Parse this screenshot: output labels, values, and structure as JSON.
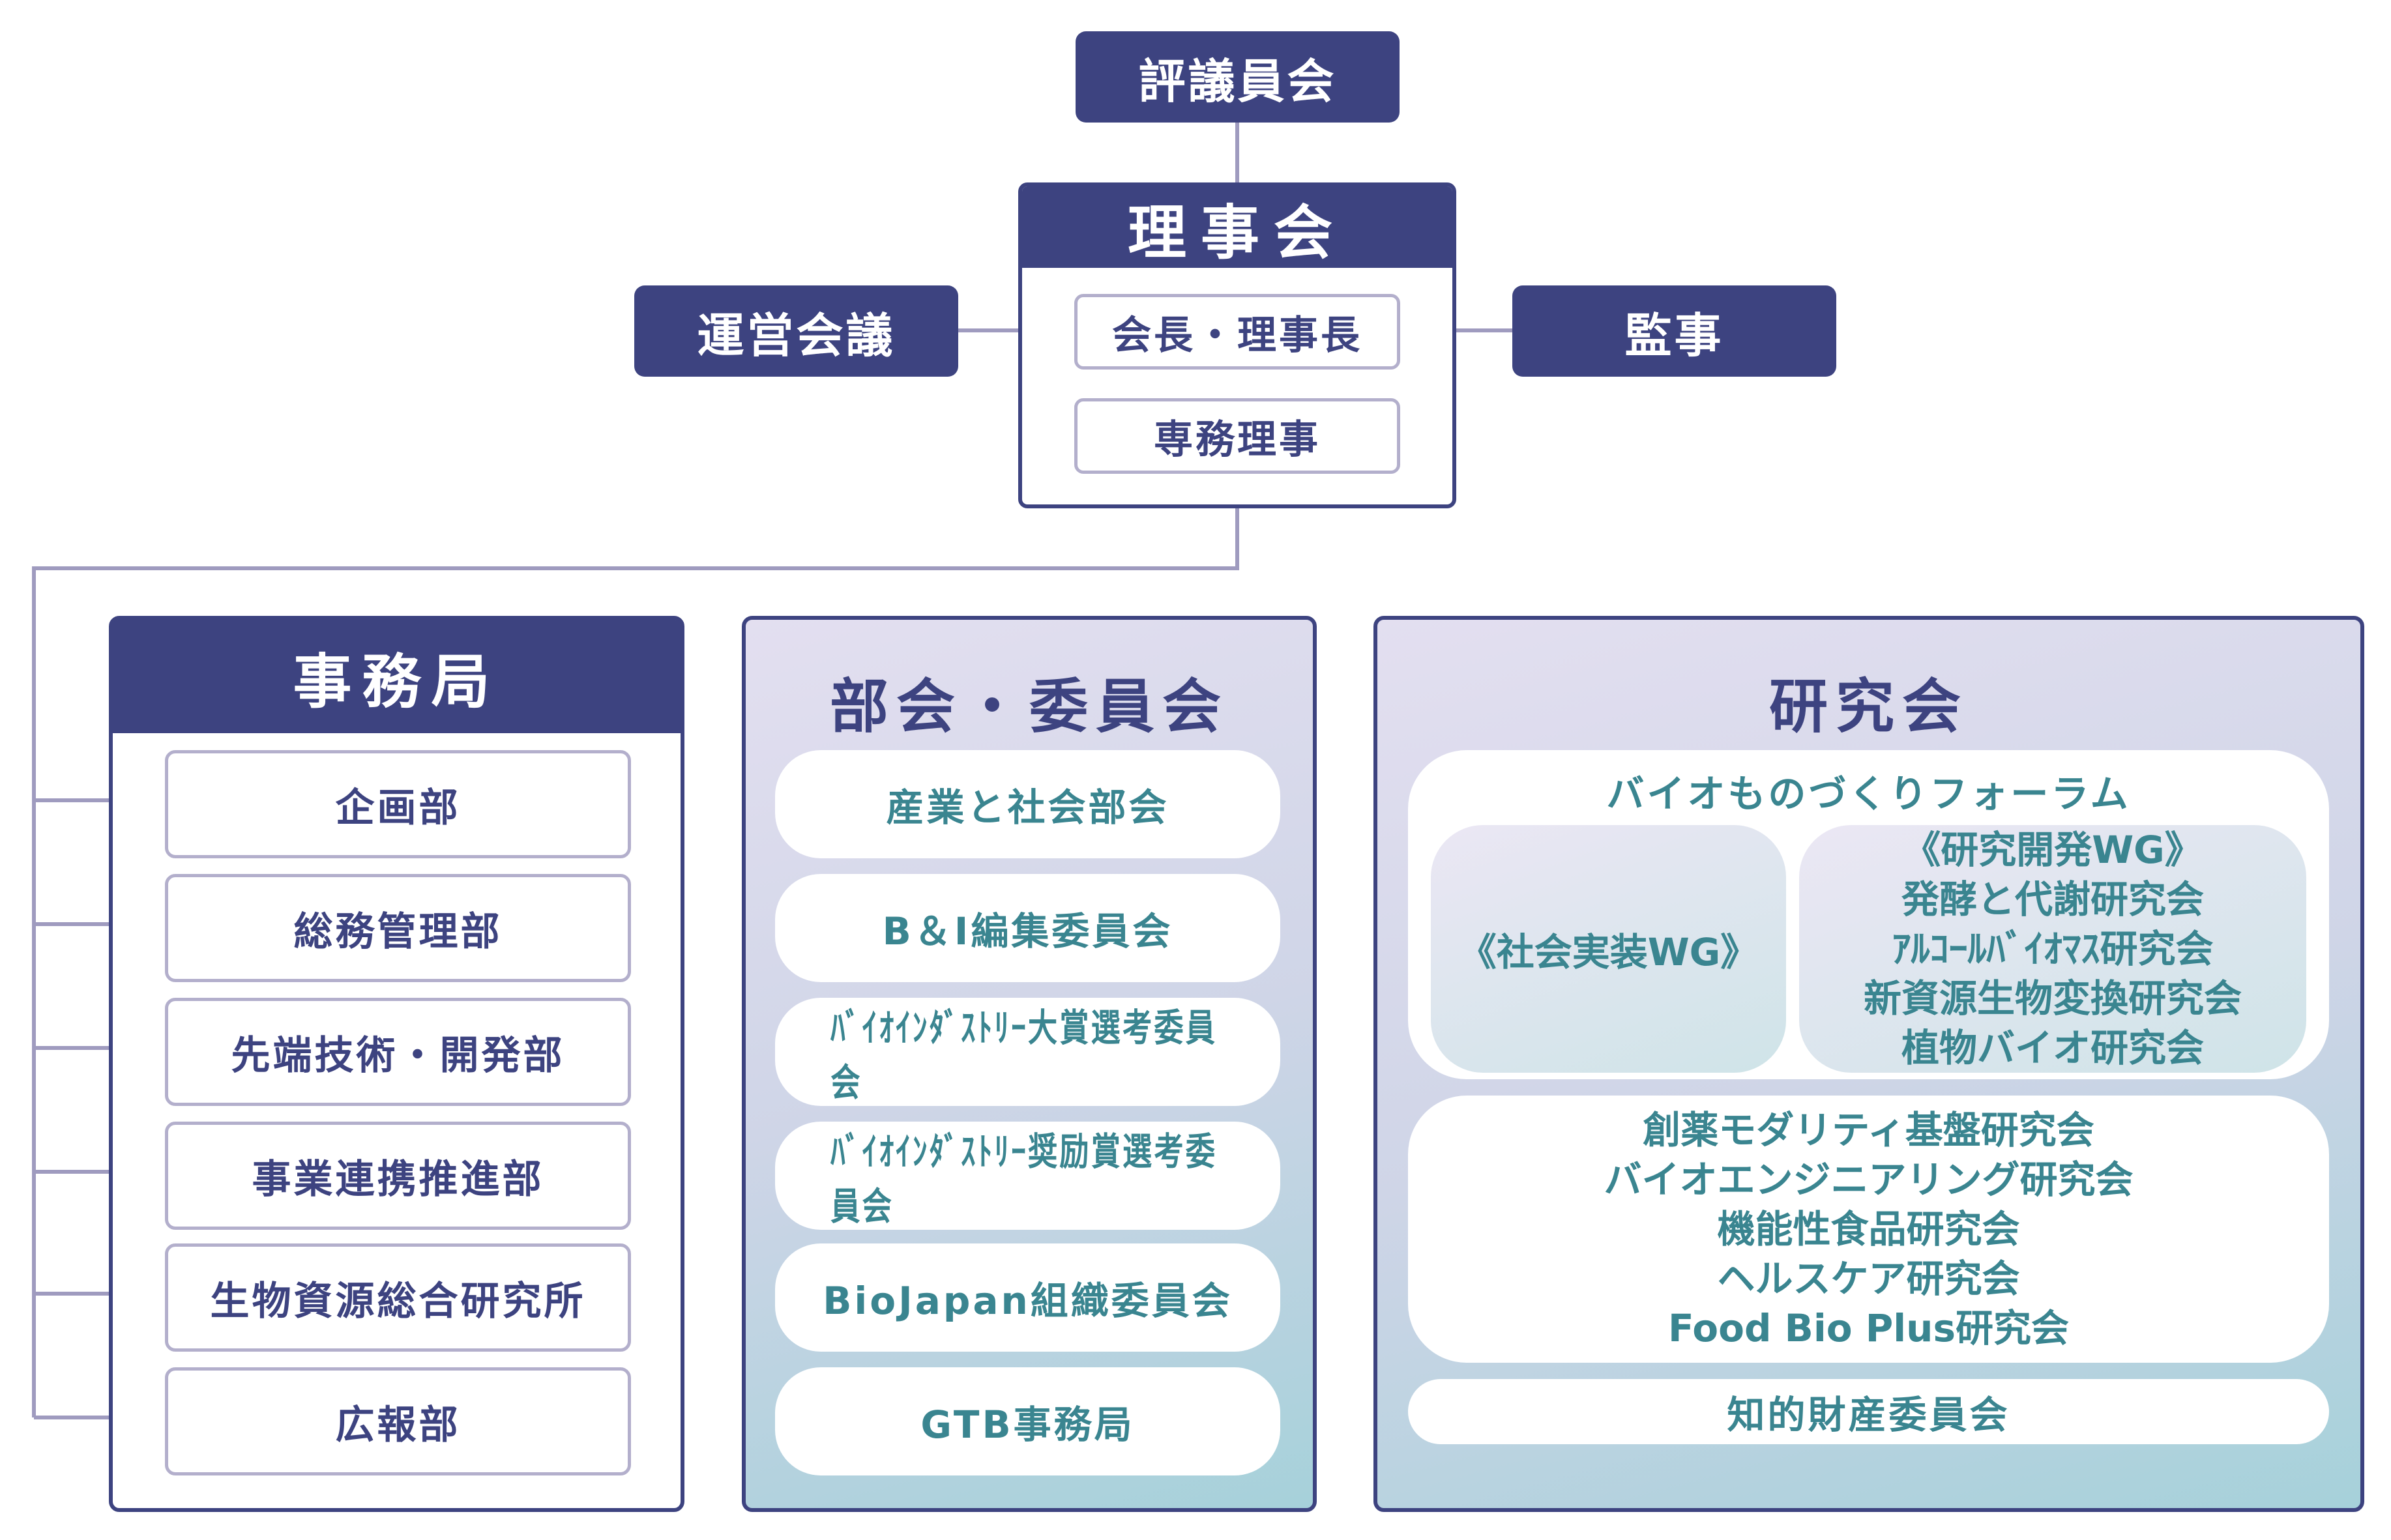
{
  "colors": {
    "navy": "#3d4380",
    "box_border": "#b3afcc",
    "teal_text": "#3a8590",
    "connector": "#9f9bbf",
    "gradient_start": "#e3dff0",
    "gradient_end": "#a6d1da"
  },
  "top": {
    "councillors": "評議員会",
    "operations": "運営会議",
    "auditor": "監事"
  },
  "board": {
    "title": "理事会",
    "members": [
      "会長・理事長",
      "専務理事"
    ]
  },
  "secretariat": {
    "title": "事務局",
    "departments": [
      "企画部",
      "総務管理部",
      "先端技術・開発部",
      "事業連携推進部",
      "生物資源総合研究所",
      "広報部"
    ]
  },
  "committees": {
    "title": "部会・委員会",
    "items": [
      "産業と社会部会",
      "B＆I編集委員会",
      "ﾊﾞｲｵｲﾝﾀﾞｽﾄﾘｰ大賞選考委員会",
      "ﾊﾞｲｵｲﾝﾀﾞｽﾄﾘｰ奨励賞選考委員会",
      "BioJapan組織委員会",
      "GTB事務局"
    ]
  },
  "research": {
    "title": "研究会",
    "forum": {
      "title": "バイオものづくりフォーラム",
      "social_wg": "《社会実装WG》",
      "rd_wg": {
        "title": "《研究開発WG》",
        "groups": [
          "発酵と代謝研究会",
          "ｱﾙｺｰﾙﾊﾞｲｵﾏｽ研究会",
          "新資源生物変換研究会",
          "植物バイオ研究会"
        ]
      }
    },
    "others": [
      "創薬モダリティ基盤研究会",
      "バイオエンジニアリング研究会",
      "機能性食品研究会",
      "ヘルスケア研究会",
      "Food Bio Plus研究会"
    ],
    "ip_committee": "知的財産委員会"
  }
}
